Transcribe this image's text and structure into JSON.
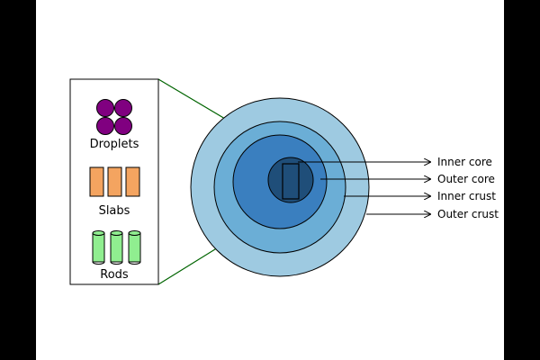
{
  "colors": {
    "outer_crust": "#9ecae1",
    "inner_crust": "#6baed6",
    "outer_core": "#3a7fbf",
    "inner_core": "#1f4e79",
    "droplets": "#800080",
    "slabs": "#f4a460",
    "rods": "#90ee90",
    "zoom_lines": "#006400"
  },
  "legend": {
    "droplets_label": "Droplets",
    "slabs_label": "Slabs",
    "rods_label": "Rods"
  },
  "layers": {
    "inner_core": "Inner core",
    "outer_core": "Outer core",
    "inner_crust": "Inner crust",
    "outer_crust": "Outer crust"
  }
}
